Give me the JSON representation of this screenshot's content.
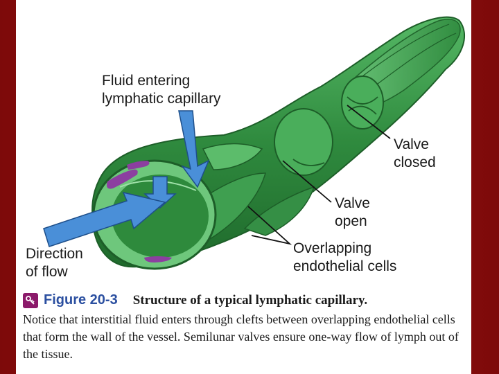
{
  "labels": {
    "fluid_entering": "Fluid entering\nlymphatic capillary",
    "valve_closed": "Valve\nclosed",
    "valve_open": "Valve\nopen",
    "overlapping": "Overlapping\nendothelial cells",
    "direction": "Direction\nof flow"
  },
  "caption": {
    "figure_number": "Figure 20-3",
    "title": "Structure of a typical lymphatic capillary.",
    "body": "Notice that interstitial fluid enters through clefts between overlapping endothelial cells that form the wall of the vessel. Semilunar valves ensure one-way flow of lymph out of the tissue."
  },
  "colors": {
    "slide_background": "#8e0c0c",
    "vessel_green": "#3a9b4a",
    "arrow_blue": "#4a8fd8",
    "figure_number": "#2b4fa0"
  }
}
